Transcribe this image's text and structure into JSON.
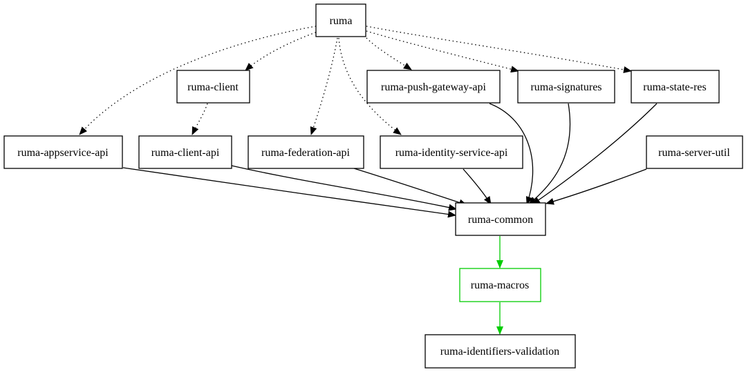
{
  "nodes": {
    "ruma": {
      "label": "ruma"
    },
    "ruma_client": {
      "label": "ruma-client"
    },
    "ruma_push_gateway_api": {
      "label": "ruma-push-gateway-api"
    },
    "ruma_signatures": {
      "label": "ruma-signatures"
    },
    "ruma_state_res": {
      "label": "ruma-state-res"
    },
    "ruma_appservice_api": {
      "label": "ruma-appservice-api"
    },
    "ruma_client_api": {
      "label": "ruma-client-api"
    },
    "ruma_federation_api": {
      "label": "ruma-federation-api"
    },
    "ruma_identity_service_api": {
      "label": "ruma-identity-service-api"
    },
    "ruma_server_util": {
      "label": "ruma-server-util"
    },
    "ruma_common": {
      "label": "ruma-common"
    },
    "ruma_macros": {
      "label": "ruma-macros"
    },
    "ruma_identifiers_validation": {
      "label": "ruma-identifiers-validation"
    }
  },
  "edges": [
    {
      "from": "ruma",
      "to": "ruma_appservice_api",
      "style": "dotted"
    },
    {
      "from": "ruma",
      "to": "ruma_client",
      "style": "dotted"
    },
    {
      "from": "ruma",
      "to": "ruma_federation_api",
      "style": "dotted"
    },
    {
      "from": "ruma",
      "to": "ruma_identity_service_api",
      "style": "dotted"
    },
    {
      "from": "ruma",
      "to": "ruma_push_gateway_api",
      "style": "dotted"
    },
    {
      "from": "ruma",
      "to": "ruma_signatures",
      "style": "dotted"
    },
    {
      "from": "ruma",
      "to": "ruma_state_res",
      "style": "dotted"
    },
    {
      "from": "ruma_client",
      "to": "ruma_client_api",
      "style": "dotted"
    },
    {
      "from": "ruma_appservice_api",
      "to": "ruma_common",
      "style": "solid"
    },
    {
      "from": "ruma_client_api",
      "to": "ruma_common",
      "style": "solid"
    },
    {
      "from": "ruma_federation_api",
      "to": "ruma_common",
      "style": "solid"
    },
    {
      "from": "ruma_identity_service_api",
      "to": "ruma_common",
      "style": "solid"
    },
    {
      "from": "ruma_push_gateway_api",
      "to": "ruma_common",
      "style": "solid"
    },
    {
      "from": "ruma_signatures",
      "to": "ruma_common",
      "style": "solid"
    },
    {
      "from": "ruma_state_res",
      "to": "ruma_common",
      "style": "solid"
    },
    {
      "from": "ruma_server_util",
      "to": "ruma_common",
      "style": "solid"
    },
    {
      "from": "ruma_common",
      "to": "ruma_macros",
      "style": "solid",
      "color": "#00cc00"
    },
    {
      "from": "ruma_macros",
      "to": "ruma_identifiers_validation",
      "style": "solid",
      "color": "#00cc00"
    }
  ],
  "colors": {
    "default": "#000000",
    "highlight": "#00cc00"
  }
}
